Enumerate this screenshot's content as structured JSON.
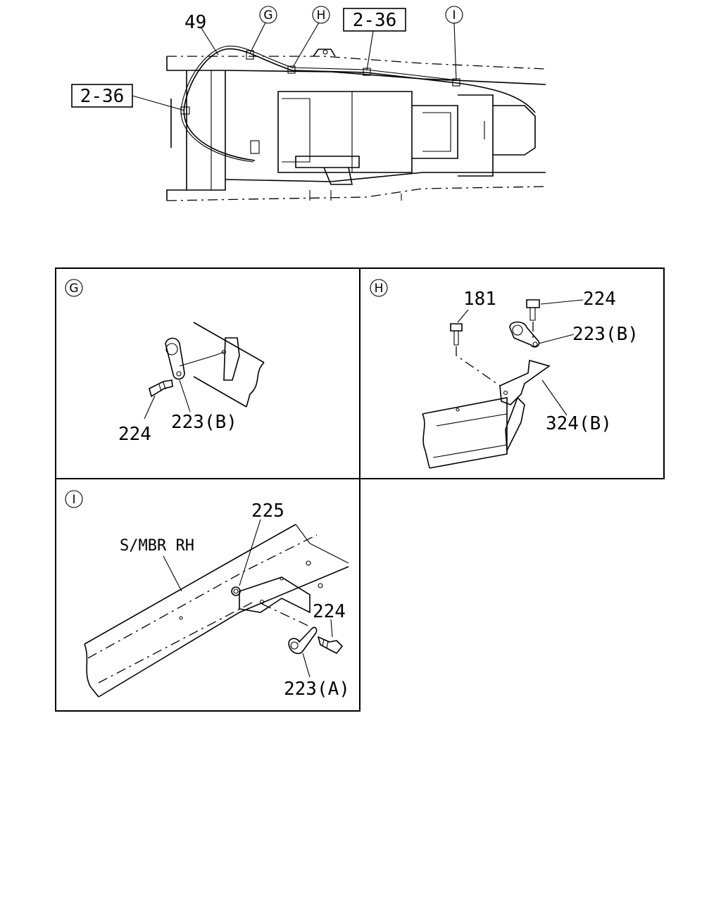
{
  "overview": {
    "part_49": "49",
    "callout_g": "G",
    "callout_h": "H",
    "callout_i": "I",
    "ref_top": "2-36",
    "ref_left": "2-36"
  },
  "panel_g": {
    "callout": "G",
    "part_224": "224",
    "part_223b": "223(B)"
  },
  "panel_h": {
    "callout": "H",
    "part_181": "181",
    "part_224": "224",
    "part_223b": "223(B)",
    "part_324b": "324(B)"
  },
  "panel_i": {
    "callout": "I",
    "part_225": "225",
    "member_label": "S/MBR RH",
    "part_224": "224",
    "part_223a": "223(A)"
  }
}
